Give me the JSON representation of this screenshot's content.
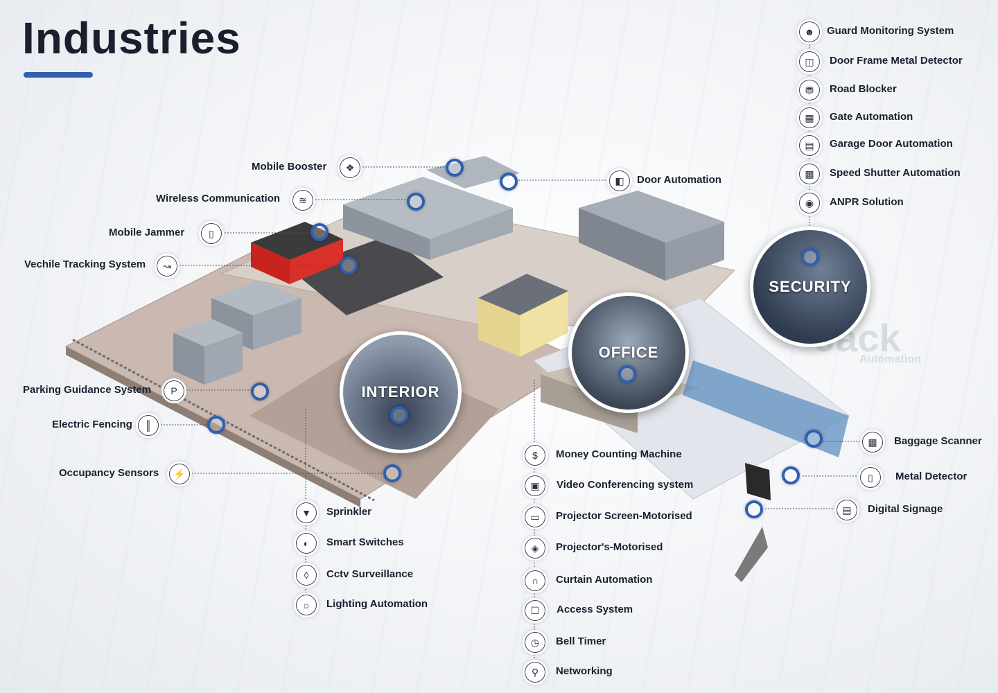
{
  "title": "Industries",
  "zones": {
    "security": "SECURITY",
    "office": "OFFICE",
    "interior": "INTERIOR"
  },
  "watermark": {
    "logo": "Jack",
    "sub": "Automation"
  },
  "labels": {
    "guard_monitoring": "Guard Monitoring System",
    "door_frame_detector": "Door Frame Metal Detector",
    "road_blocker": "Road Blocker",
    "gate_automation": "Gate Automation",
    "garage_door": "Garage Door Automation",
    "speed_shutter": "Speed Shutter Automation",
    "anpr": "ANPR Solution",
    "door_automation": "Door Automation",
    "mobile_booster": "Mobile Booster",
    "wireless_comm": "Wireless Communication",
    "mobile_jammer": "Mobile Jammer",
    "vehicle_tracking": "Vechile Tracking System",
    "parking_guidance": "Parking Guidance System",
    "electric_fencing": "Electric Fencing",
    "occupancy_sensors": "Occupancy Sensors",
    "sprinkler": "Sprinkler",
    "smart_switches": "Smart Switches",
    "cctv": "Cctv Surveillance",
    "lighting": "Lighting Automation",
    "money_counting": "Money Counting Machine",
    "video_conf": "Video Conferencing system",
    "projector_screen": "Projector Screen-Motorised",
    "projectors": "Projector's-Motorised",
    "curtain": "Curtain Automation",
    "access_system": "Access System",
    "bell_timer": "Bell Timer",
    "networking": "Networking",
    "baggage_scanner": "Baggage Scanner",
    "metal_detector": "Metal Detector",
    "digital_signage": "Digital Signage"
  },
  "icons": {
    "guard_monitoring": "guard-icon",
    "door_frame_detector": "door-frame-icon",
    "road_blocker": "road-blocker-icon",
    "gate_automation": "gate-icon",
    "garage_door": "garage-door-icon",
    "speed_shutter": "shutter-icon",
    "anpr": "car-camera-icon",
    "door_automation": "door-icon",
    "mobile_booster": "signal-icon",
    "wireless_comm": "wifi-icon",
    "mobile_jammer": "jammer-icon",
    "vehicle_tracking": "route-icon",
    "parking_guidance": "parking-icon",
    "electric_fencing": "fence-icon",
    "occupancy_sensors": "sensor-icon",
    "sprinkler": "sprinkler-icon",
    "smart_switches": "switch-icon",
    "cctv": "cctv-icon",
    "lighting": "bulb-icon",
    "money_counting": "money-icon",
    "video_conf": "video-icon",
    "projector_screen": "screen-icon",
    "projectors": "projector-icon",
    "curtain": "curtain-icon",
    "access_system": "access-icon",
    "bell_timer": "bell-icon",
    "networking": "network-icon",
    "baggage_scanner": "scanner-icon",
    "metal_detector": "detector-icon",
    "digital_signage": "signage-icon"
  },
  "colors": {
    "accent": "#2f5fb0",
    "text": "#1b2030"
  }
}
